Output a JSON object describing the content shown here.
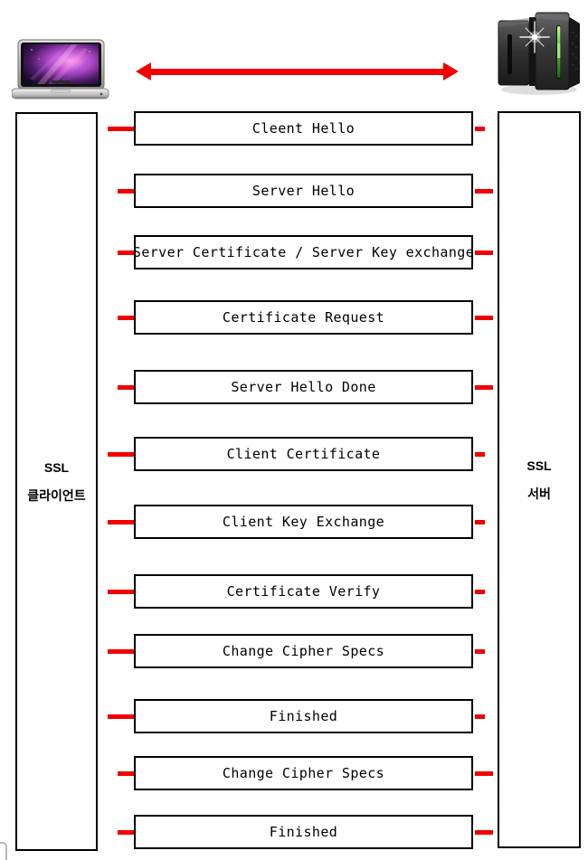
{
  "client": {
    "title": "SSL",
    "subtitle": "클라이언트",
    "icon": "laptop-icon"
  },
  "server": {
    "title": "SSL",
    "subtitle": "서버",
    "icon": "server-tower-icon"
  },
  "top_link": {
    "type": "double-headed-arrow",
    "color": "#f20000"
  },
  "messages": [
    {
      "label": "Cleent Hello",
      "direction": "client-to-server"
    },
    {
      "label": "Server Hello",
      "direction": "server-to-client"
    },
    {
      "label": "Server Certificate / Server Key exchange",
      "direction": "server-to-client"
    },
    {
      "label": "Certificate Request",
      "direction": "server-to-client"
    },
    {
      "label": "Server Hello Done",
      "direction": "server-to-client"
    },
    {
      "label": "Client Certificate",
      "direction": "client-to-server"
    },
    {
      "label": "Client Key Exchange",
      "direction": "client-to-server"
    },
    {
      "label": "Certificate Verify",
      "direction": "client-to-server"
    },
    {
      "label": "Change Cipher Specs",
      "direction": "client-to-server"
    },
    {
      "label": "Finished",
      "direction": "client-to-server"
    },
    {
      "label": "Change Cipher Specs",
      "direction": "server-to-client"
    },
    {
      "label": "Finished",
      "direction": "server-to-client"
    }
  ],
  "colors": {
    "arrow": "#f20000",
    "border": "#000000",
    "text": "#000000",
    "background": "#ffffff"
  }
}
